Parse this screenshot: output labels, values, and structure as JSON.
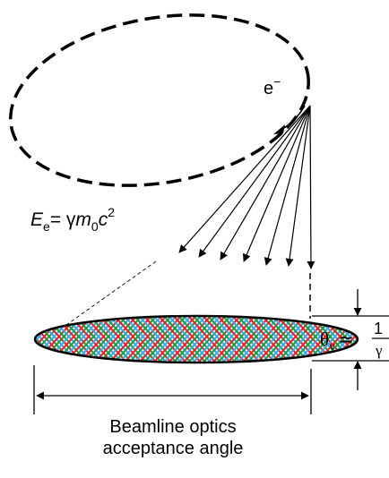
{
  "electron_label": "e",
  "electron_charge": "−",
  "energy_formula": {
    "E": "E",
    "e_sub": "e",
    "eq": "= ",
    "gamma": "γ",
    "m": "m",
    "zero_sub": "0",
    "c": "c",
    "sq": "2"
  },
  "theta_formula": {
    "theta": "θ",
    "v_sub": "v",
    "approx": "≃",
    "numerator": "1",
    "denominator": "γ"
  },
  "acceptance_caption": [
    "Beamline optics",
    "acceptance angle"
  ],
  "colors": {
    "line": "#000000",
    "crosshatch_red": "#e8202a",
    "crosshatch_green": "#1e9a3c",
    "crosshatch_blue": "#38a8e8",
    "background": "#ffffff"
  }
}
